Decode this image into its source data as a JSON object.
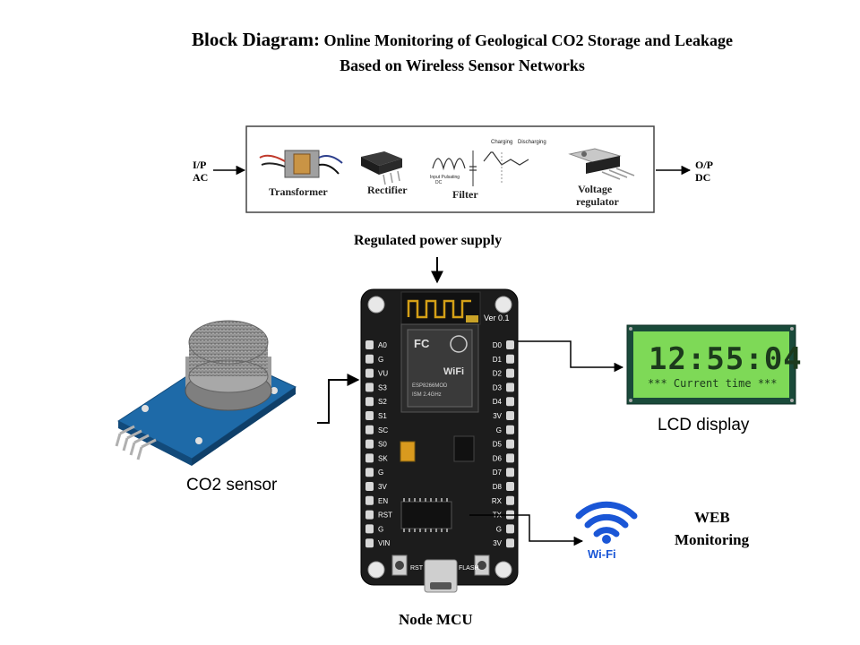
{
  "title": {
    "main": "Block Diagram:",
    "rest": " Online Monitoring of Geological CO2 Storage and Leakage",
    "line2": "Based on Wireless Sensor Networks"
  },
  "power_supply": {
    "input": [
      "I/P",
      "AC"
    ],
    "output": [
      "O/P",
      "DC"
    ],
    "components": [
      "Transformer",
      "Rectifier",
      "Filter",
      "Voltage",
      "regulator"
    ],
    "filter_notes": [
      "Charging",
      "Discharging",
      "Input Pulsating",
      "DC"
    ],
    "label": "Regulated power supply"
  },
  "sensor": {
    "label": "CO2 sensor"
  },
  "mcu": {
    "label": "Node MCU",
    "left_pins": [
      "A0",
      "G",
      "VU",
      "S3",
      "S2",
      "S1",
      "SC",
      "S0",
      "SK",
      "G",
      "3V",
      "EN",
      "RST",
      "G",
      "VIN"
    ],
    "right_pins": [
      "D0",
      "D1",
      "D2",
      "D3",
      "D4",
      "3V",
      "G",
      "D5",
      "D6",
      "D7",
      "D8",
      "RX",
      "TX",
      "G",
      "3V"
    ],
    "top_text": "Ver 0.1",
    "chip_lines": [
      "WiFi",
      "ESP8266MOD",
      "ISM 2.4GHz"
    ],
    "buttons": [
      "RST",
      "FLASH"
    ]
  },
  "lcd": {
    "time": "12:55:04",
    "caption": "*** Current time ***",
    "label": "LCD display"
  },
  "wifi": {
    "badge": "Wi-Fi",
    "label_line1": "WEB",
    "label_line2": "Monitoring"
  },
  "colors": {
    "board": "#1c1c1c",
    "lcd_bg": "#7ed957",
    "lcd_frame": "#1a4a3a",
    "sensor_pcb": "#1e6aa8",
    "wifi_blue": "#1a56d6"
  }
}
